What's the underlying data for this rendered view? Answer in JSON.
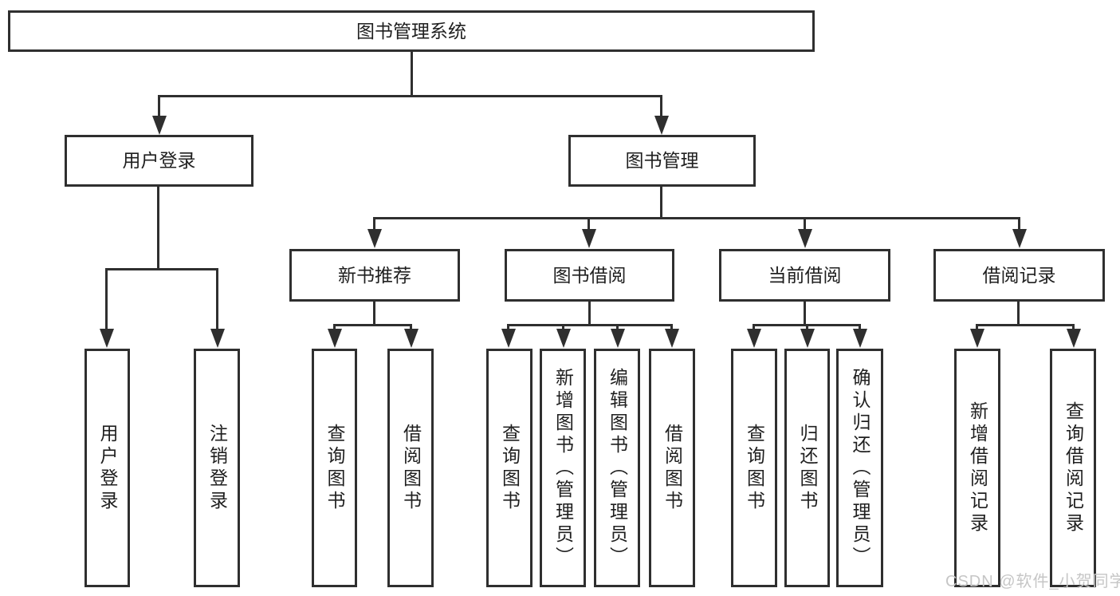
{
  "root": {
    "label": "图书管理系统"
  },
  "level2": {
    "user_login": "用户登录",
    "book_management": "图书管理"
  },
  "level3": {
    "new_book_recommend": "新书推荐",
    "book_borrow": "图书借阅",
    "current_borrow": "当前借阅",
    "borrow_records": "借阅记录"
  },
  "level4": {
    "login_children": [
      "用户登录",
      "注销登录"
    ],
    "recommend_children": [
      "查询图书",
      "借阅图书"
    ],
    "borrow_children": [
      "查询图书",
      "新增图书（管理员）",
      "编辑图书（管理员）",
      "借阅图书"
    ],
    "current_children": [
      "查询图书",
      "归还图书",
      "确认归还（管理员）"
    ],
    "records_children": [
      "新增借阅记录",
      "查询借阅记录"
    ]
  },
  "watermark": "CSDN @软件_小贺同学",
  "colors": {
    "line": "#2f2f2f",
    "box_background": "#ffffff",
    "text": "#1f1f1f",
    "watermark": "#c6c6c6"
  }
}
